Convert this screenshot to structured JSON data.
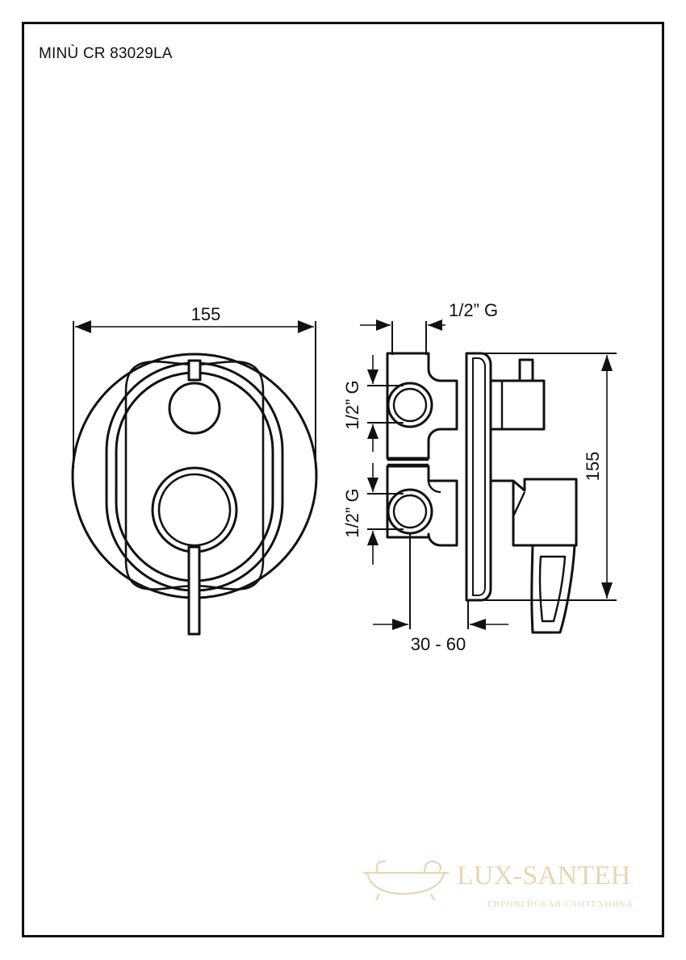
{
  "title": "MINÙ CR 83029LA",
  "front_view": {
    "width_dim": "155"
  },
  "side_view": {
    "top_thread": "1/2” G",
    "inlet_upper": "1/2” G",
    "inlet_lower": "1/2” G",
    "height_dim": "155",
    "depth_range": "30 - 60"
  },
  "watermark": {
    "brand": "LUX-SANTEH",
    "tagline": "ЕВРОПЕЙСКАЯ САНТЕХНИКА"
  },
  "colors": {
    "line": "#111111",
    "watermark": "#e7d6b3"
  }
}
